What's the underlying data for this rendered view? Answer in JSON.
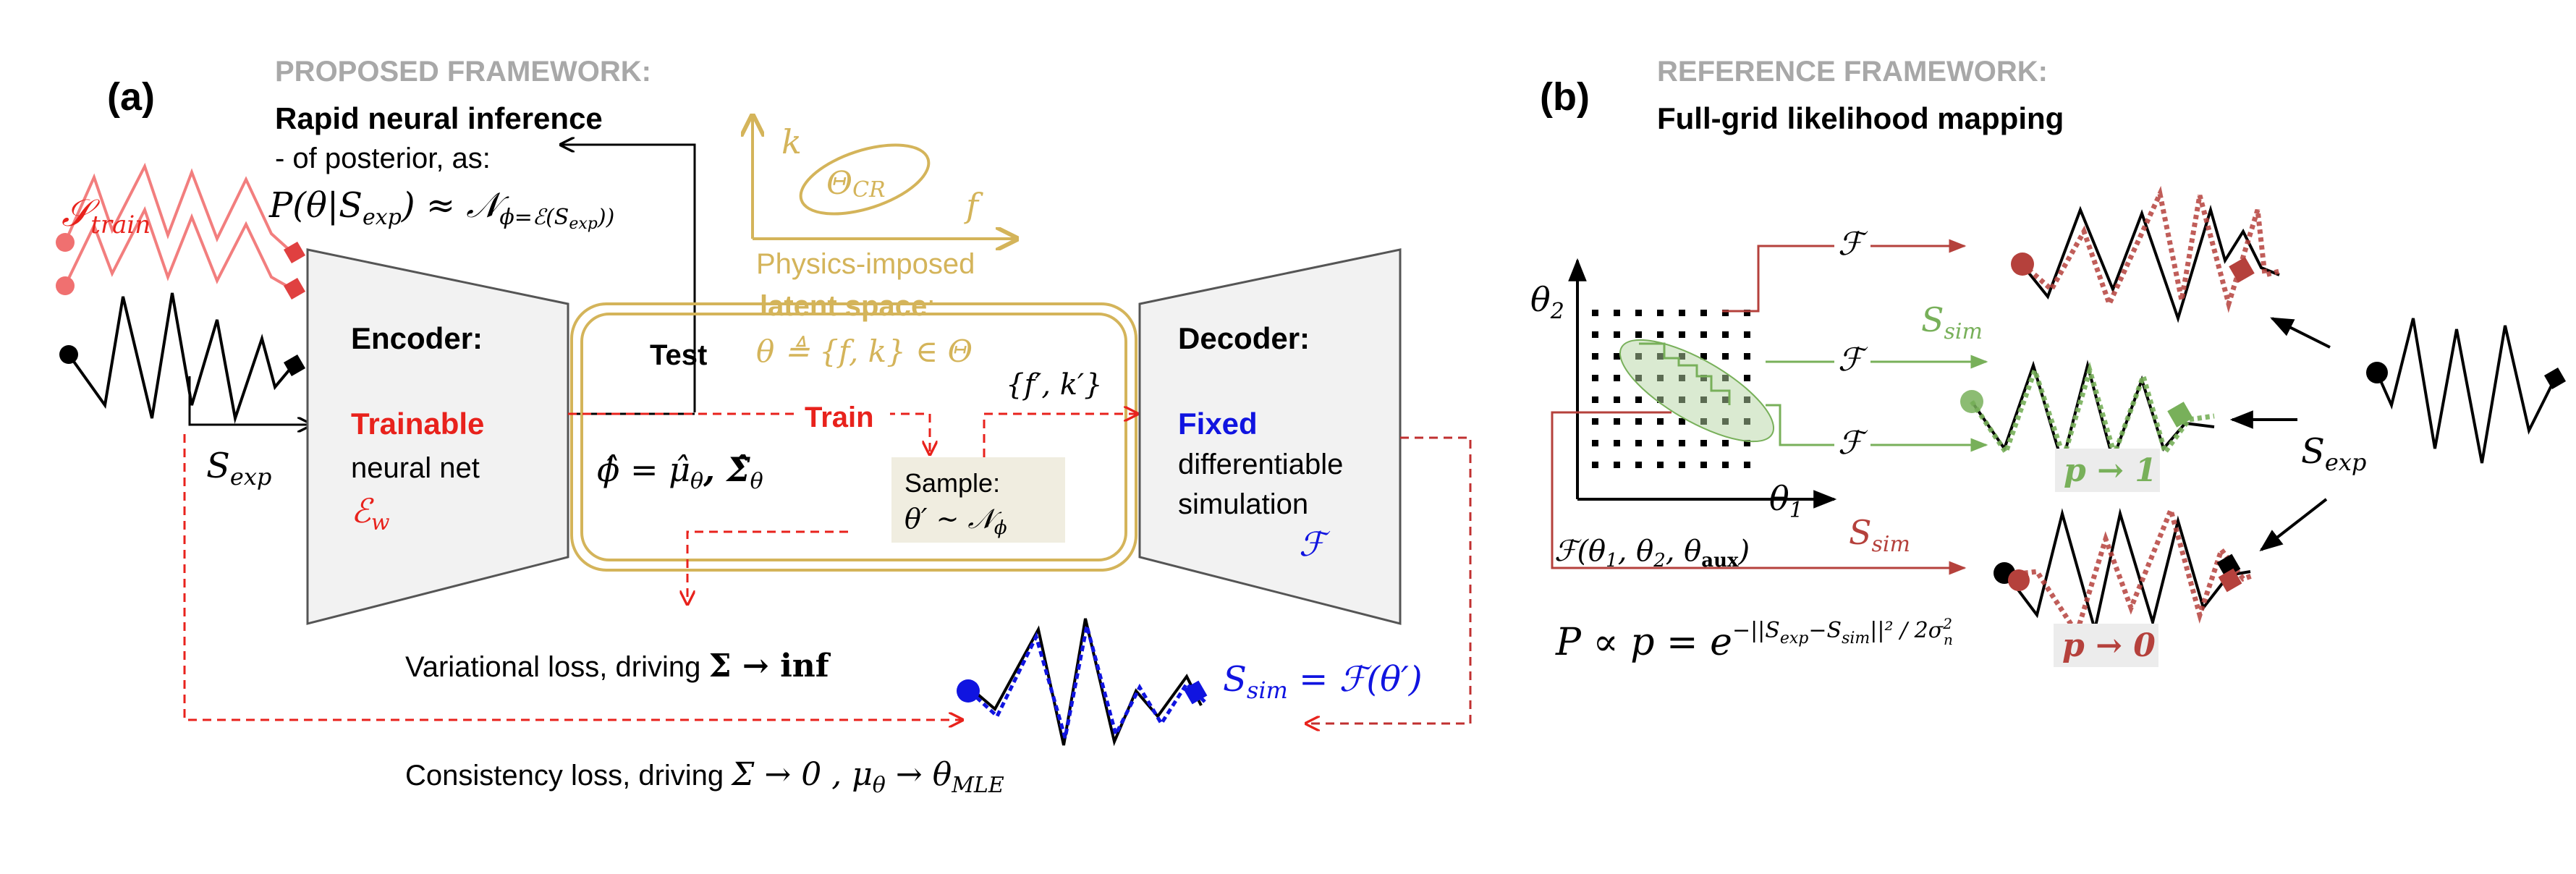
{
  "panel_a": {
    "label": "(a)",
    "framework_title": "PROPOSED FRAMEWORK:",
    "headline": "Rapid neural inference",
    "posterior_line1": "- of posterior, as:",
    "posterior_formula": "P(θ|S",
    "posterior_formula_sub": "exp",
    "posterior_formula_rest": ") ≈ 𝒩",
    "posterior_formula_sub2": "ϕ=ℰ(S",
    "posterior_formula_sub2b": "exp",
    "posterior_formula_sub2c": "))",
    "s_train": "𝒮",
    "s_train_sub": "train",
    "s_exp": "S",
    "s_exp_sub": "exp",
    "encoder_title": "Encoder:",
    "encoder_trainable": "Trainable",
    "encoder_net": "neural net",
    "encoder_symbol": "ℰ",
    "encoder_symbol_sub": "w",
    "test_label": "Test",
    "train_label": "Train",
    "phi_hat": "ϕ̂ = μ̂",
    "phi_hat_sub": "θ",
    "phi_hat_rest": ", Σ̂",
    "phi_hat_sub2": "θ",
    "sample_line1": "Sample:",
    "sample_line2": "θ′ ∼ 𝒩",
    "sample_line2_sub": "ϕ",
    "fk_prime": "{f′, k′}",
    "physics_line1": "Physics-imposed",
    "latent_label": "latent space",
    "latent_colon": ":",
    "theta_def": "θ ≜ {f, k} ∈ Θ",
    "axis_k": "k",
    "axis_f": "f",
    "theta_cr": "Θ",
    "theta_cr_sub": "CR",
    "decoder_title": "Decoder:",
    "decoder_fixed": "Fixed",
    "decoder_line2": "differentiable",
    "decoder_line3": "simulation",
    "decoder_symbol": "ℱ",
    "variational_text": "Variational loss,  driving ",
    "variational_math": "Σ → inf",
    "consistency_text": "Consistency loss, driving ",
    "consistency_math": "Σ → 0 ,  μ",
    "consistency_sub": "θ",
    "consistency_math2": " → θ",
    "consistency_sub2": "MLE",
    "s_sim_blue": "S",
    "s_sim_blue_sub": "sim",
    "s_sim_blue_rest": " = ℱ(θ′)"
  },
  "panel_b": {
    "label": "(b)",
    "framework_title": "REFERENCE FRAMEWORK:",
    "headline": "Full-grid likelihood mapping",
    "theta2": "θ",
    "theta2_sub": "2",
    "theta1": "θ",
    "theta1_sub": "1",
    "F_label": "ℱ",
    "F_args": "ℱ(θ",
    "F_args_sub1": "1",
    "F_args_mid": ", θ",
    "F_args_sub2": "2",
    "F_args_mid2": ", θ",
    "F_args_sub3": "aux",
    "F_args_end": ")",
    "s_sim": "S",
    "s_sim_sub": "sim",
    "s_exp": "S",
    "s_exp_sub": "exp",
    "p_to_1": "p → 1",
    "p_to_0": "p → 0",
    "likelihood_lhs": "P ∝ p = e",
    "likelihood_exp": "−||S",
    "likelihood_exp_sub": "exp",
    "likelihood_exp_mid": "−S",
    "likelihood_exp_sub2": "sim",
    "likelihood_exp_end": "||² / 2σ",
    "likelihood_exp_sub3": "n",
    "likelihood_exp_sup3": "2"
  },
  "colors": {
    "red": "#e8221c",
    "dark_red": "#b5413c",
    "blue": "#1014e0",
    "gold": "#d4b45a",
    "green": "#78b05a",
    "grey_title": "#a8a8a8",
    "box_fill": "#f2f2f2"
  }
}
